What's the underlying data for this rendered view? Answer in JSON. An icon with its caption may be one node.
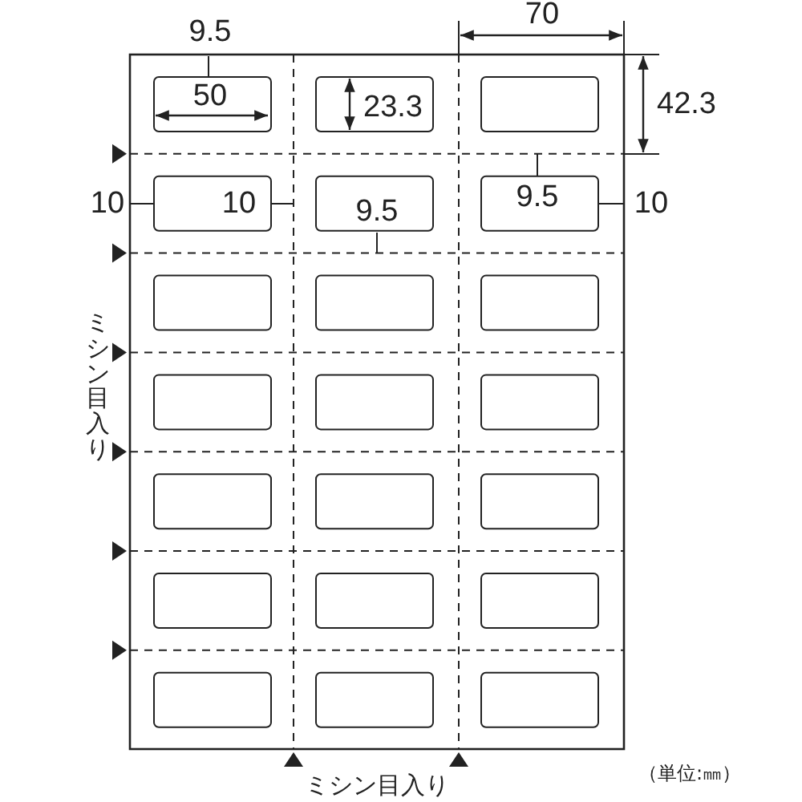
{
  "diagram": {
    "labels": [
      "9.5",
      "70",
      "50",
      "23.3",
      "42.3",
      "10",
      "10",
      "9.5",
      "9.5",
      "10",
      "ミシン目入り",
      "ミシン目入り",
      "（単位:㎜）"
    ]
  }
}
